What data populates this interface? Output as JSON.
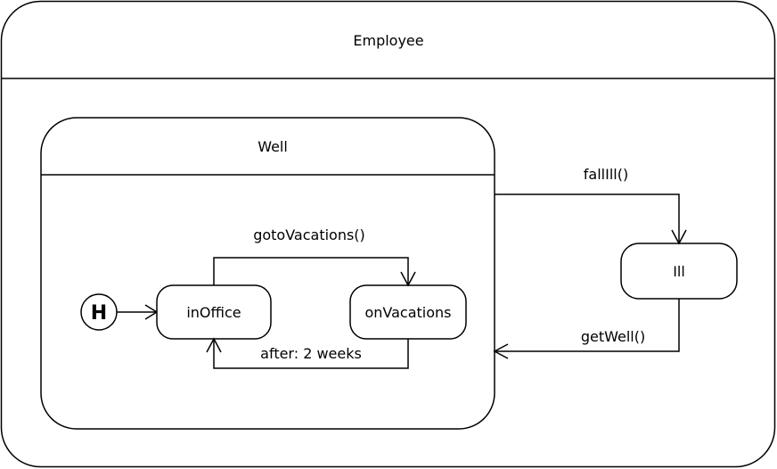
{
  "composite": {
    "title": "Employee"
  },
  "substate": {
    "title": "Well"
  },
  "states": {
    "history": "H",
    "in_office": "inOffice",
    "on_vacations": "onVacations",
    "ill": "Ill"
  },
  "transitions": {
    "goto_vacations": "gotoVacations()",
    "after_two_weeks": "after: 2 weeks",
    "fall_ill": "fallIll()",
    "get_well": "getWell()"
  }
}
